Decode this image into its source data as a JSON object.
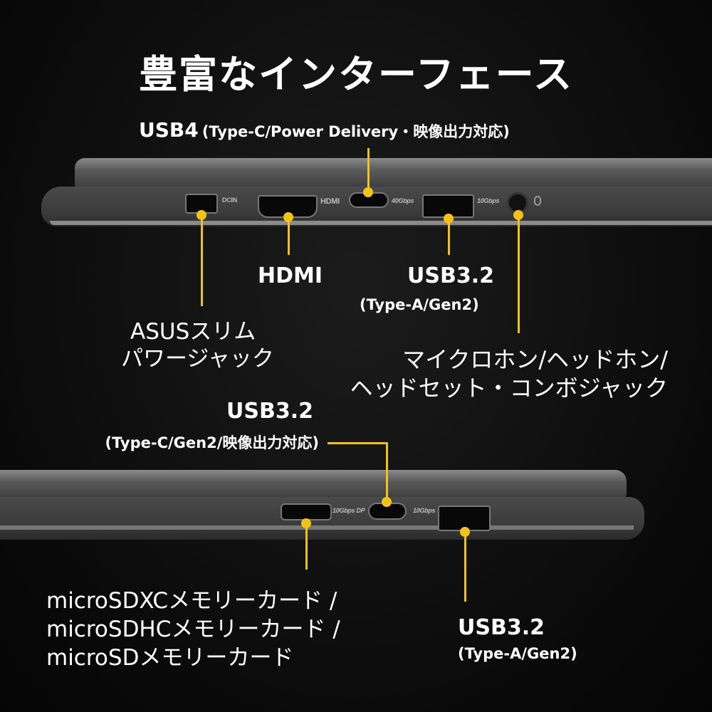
{
  "title": "豊富なインターフェース",
  "accent_color": "#f2c21b",
  "top_side": {
    "usb4": {
      "name": "USB4",
      "detail": "(Type-C/Power Delivery・映像出力対応)",
      "mark": "40Gbps"
    },
    "hdmi": {
      "name": "HDMI",
      "mark": "HDMI"
    },
    "usb_a": {
      "name": "USB3.2",
      "detail": "(Type-A/Gen2)",
      "mark": "10Gbps"
    },
    "dcin": {
      "line1": "ASUSスリム",
      "line2": "パワージャック",
      "mark": "DCIN"
    },
    "audio": {
      "line1": "マイクロホン/ヘッドホン/",
      "line2": "ヘッドセット・コンボジャック"
    }
  },
  "bottom_side": {
    "usb_c": {
      "name": "USB3.2",
      "detail": "(Type-C/Gen2/映像出力対応)",
      "mark": "10Gbps DP"
    },
    "sd": {
      "line1": "microSDXCメモリーカード /",
      "line2": "microSDHCメモリーカード /",
      "line3": "microSDメモリーカード"
    },
    "usb_a": {
      "name": "USB3.2",
      "detail": "(Type-A/Gen2)",
      "mark": "10Gbps"
    }
  }
}
